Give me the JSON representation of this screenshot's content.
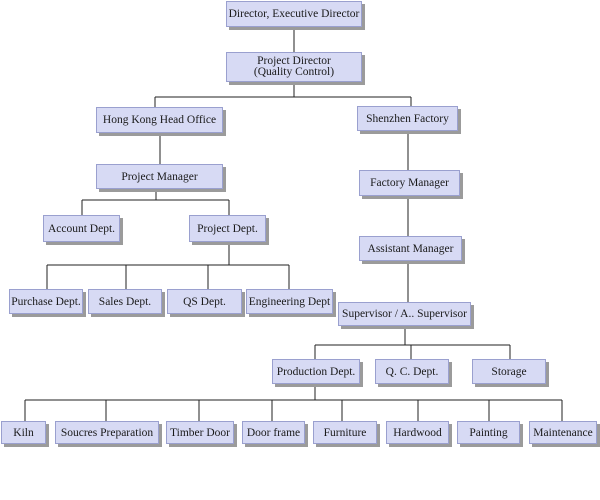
{
  "chart": {
    "nodes": {
      "director": "Director, Executive Director",
      "project_director": "Project Director\n(Quality Control)",
      "hk_head_office": "Hong Kong Head Office",
      "shenzhen_factory": "Shenzhen Factory",
      "project_manager": "Project Manager",
      "factory_manager": "Factory Manager",
      "account_dept": "Account Dept.",
      "project_dept": "Project Dept.",
      "assistant_manager": "Assistant Manager",
      "purchase_dept": "Purchase Dept.",
      "sales_dept": "Sales Dept.",
      "qs_dept": "QS Dept.",
      "engineering_dept": "Engineering Dept",
      "supervisor": "Supervisor / A.. Supervisor",
      "production_dept": "Production Dept.",
      "qc_dept": "Q. C. Dept.",
      "storage": "Storage",
      "kiln": "Kiln",
      "sources_preparation": "Soucres Preparation",
      "timber_door": "Timber Door",
      "door_frame": "Door frame",
      "furniture": "Furniture",
      "hardwood": "Hardwood",
      "painting": "Painting",
      "maintenance": "Maintenance"
    }
  }
}
